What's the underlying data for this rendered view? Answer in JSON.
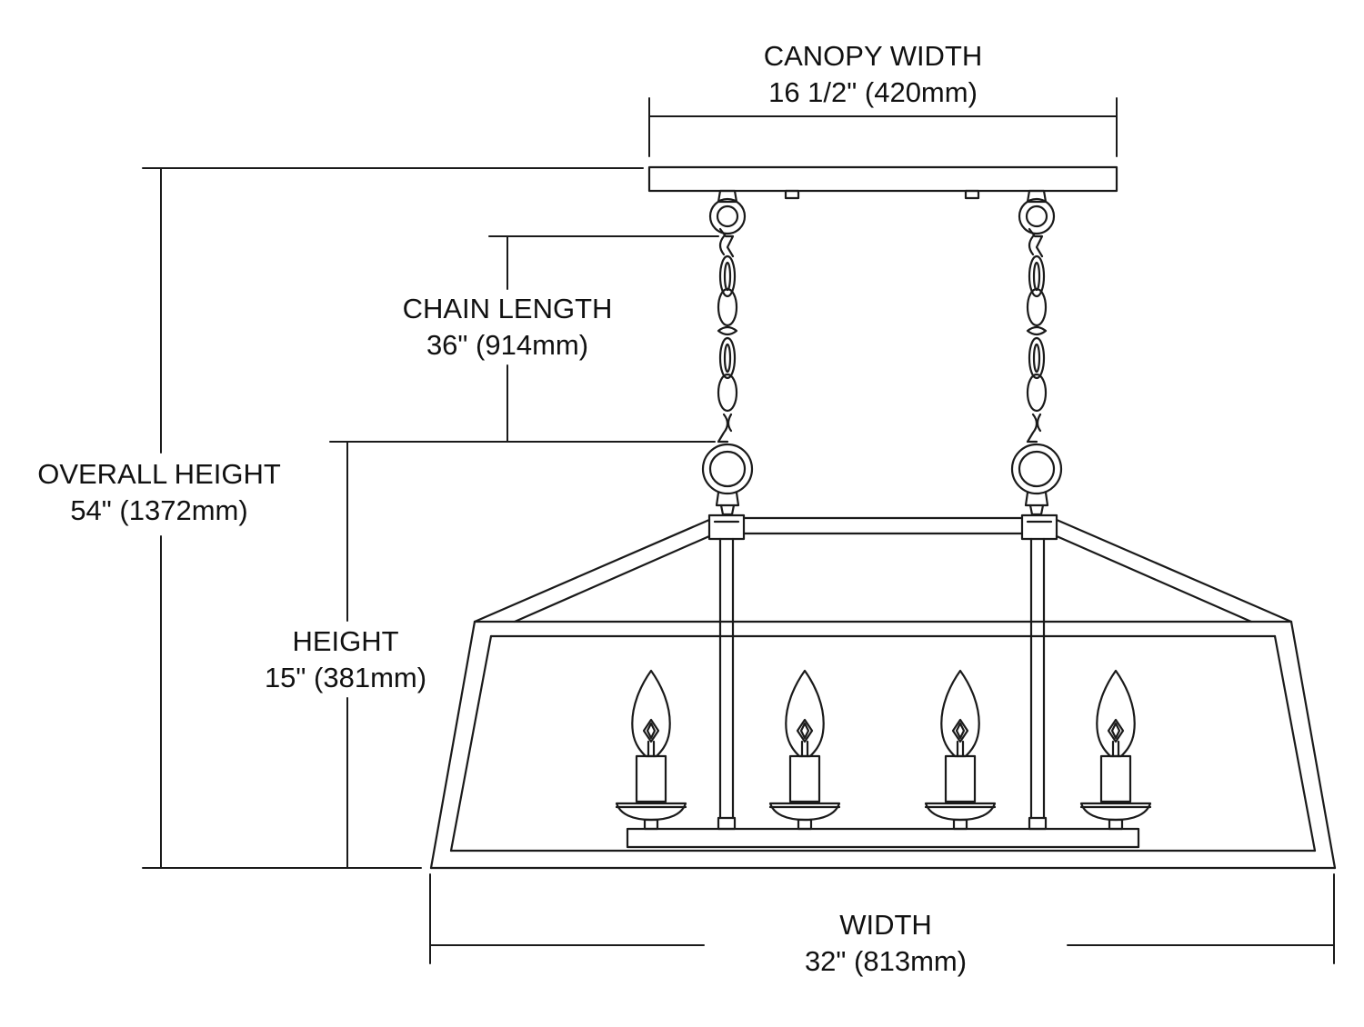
{
  "dimensions": {
    "canopy_width": {
      "label": "CANOPY WIDTH",
      "value": "16 1/2\" (420mm)"
    },
    "chain_length": {
      "label": "CHAIN LENGTH",
      "value": "36\" (914mm)"
    },
    "overall_height": {
      "label": "OVERALL HEIGHT",
      "value": "54\" (1372mm)"
    },
    "height": {
      "label": "HEIGHT",
      "value": "15\" (381mm)"
    },
    "width": {
      "label": "WIDTH",
      "value": "32\" (813mm)"
    }
  },
  "fixture": {
    "candle_count": 4,
    "chain_count": 2
  },
  "colors": {
    "line": "#1a1a1a",
    "background": "#ffffff"
  }
}
